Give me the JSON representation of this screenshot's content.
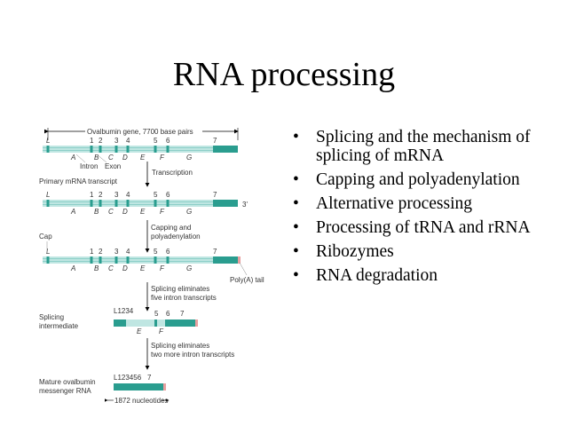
{
  "slide": {
    "title": "RNA processing",
    "bullets": [
      "Splicing and the mechanism of splicing of mRNA",
      "Capping and polyadenylation",
      "Alternative processing",
      "Processing of tRNA and rRNA",
      "Ribozymes",
      "RNA degradation"
    ]
  },
  "diagram": {
    "gene_label": "Ovalbumin gene, 7700 base pairs",
    "exon_numbers": [
      "L",
      "1",
      "2",
      "3",
      "4",
      "5",
      "6",
      "7"
    ],
    "intron_letters": [
      "A",
      "B",
      "C",
      "D",
      "E",
      "F",
      "G"
    ],
    "intron_label": "Intron",
    "exon_label": "Exon",
    "step1": "Transcription",
    "primary_label": "Primary mRNA transcript",
    "three_prime": "3'",
    "step2_line1": "Capping and",
    "step2_line2": "polyadenylation",
    "cap_label": "Cap",
    "polya_label": "Poly(A) tail",
    "step3_line1": "Splicing eliminates",
    "step3_line2": "five intron transcripts",
    "intermediate_line1": "Splicing",
    "intermediate_line2": "intermediate",
    "intermediate_exons": "L1234",
    "intermediate_nums": [
      "5",
      "6",
      "7"
    ],
    "intermediate_introns": [
      "E",
      "F"
    ],
    "step4_line1": "Splicing eliminates",
    "step4_line2": "two more intron transcripts",
    "mature_line1": "Mature ovalbumin",
    "mature_line2": "messenger RNA",
    "mature_exons": "L123456",
    "mature_seven": "7",
    "length_label": "1872 nucleotides",
    "colors": {
      "exon": "#2a9d8f",
      "intron": "#bfe6e2",
      "cap": "#e8a0a0"
    }
  }
}
